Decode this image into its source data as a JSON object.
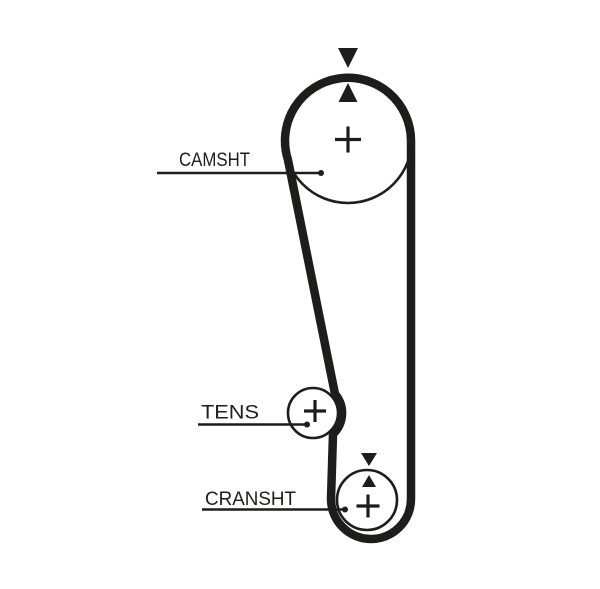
{
  "page": {
    "background_color": "#ffffff",
    "ink_color": "#1d1d1b"
  },
  "diagram": {
    "labels": {
      "camshaft": "CAMSHT",
      "tensioner": "TENS",
      "crankshaft": "CRANSHT"
    },
    "marks": {
      "center_mark": "+",
      "timing_mark_down": "▼",
      "timing_mark_up": "▲"
    }
  }
}
